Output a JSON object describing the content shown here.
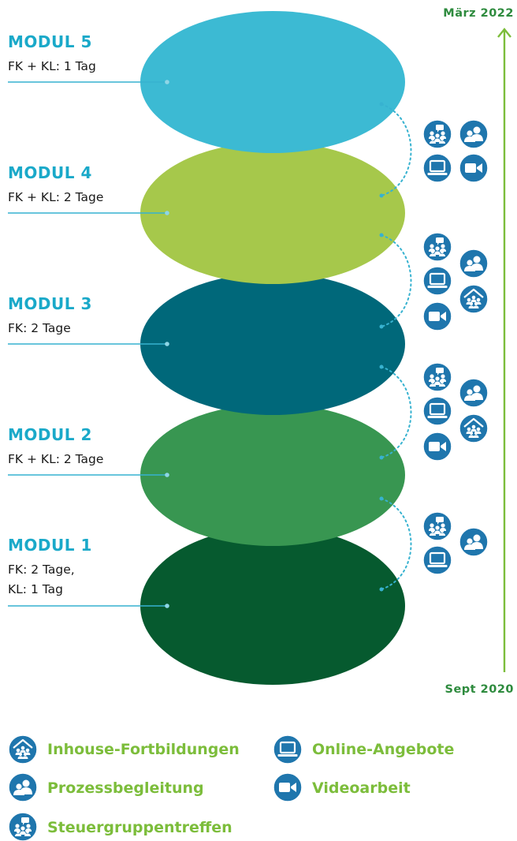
{
  "timeline": {
    "end_label": "März 2022",
    "start_label": "Sept 2020"
  },
  "modules": [
    {
      "title": "MODUL 5",
      "lines": [
        "FK + KL: 1 Tag"
      ],
      "color": "#3cbad3",
      "icons_col1": [
        "steuergruppe-icon",
        "online-icon"
      ],
      "icons_col2": [
        "prozess-icon",
        "video-icon"
      ]
    },
    {
      "title": "MODUL 4",
      "lines": [
        "FK + KL: 2 Tage"
      ],
      "color": "#a6c84b",
      "icons_col1": [
        "steuergruppe-icon",
        "online-icon",
        "video-icon"
      ],
      "icons_col2": [
        "prozess-icon",
        "inhouse-icon"
      ]
    },
    {
      "title": "MODUL 3",
      "lines": [
        "FK: 2 Tage"
      ],
      "color": "#00687a",
      "icons_col1": [
        "steuergruppe-icon",
        "online-icon",
        "video-icon"
      ],
      "icons_col2": [
        "prozess-icon",
        "inhouse-icon"
      ]
    },
    {
      "title": "MODUL 2",
      "lines": [
        "FK + KL: 2 Tage"
      ],
      "color": "#389651",
      "icons_col1": [
        "steuergruppe-icon",
        "online-icon"
      ],
      "icons_col2": [
        "prozess-icon"
      ]
    },
    {
      "title": "MODUL 1",
      "lines": [
        "FK: 2 Tage,",
        "KL: 1 Tag"
      ],
      "color": "#065a2f",
      "icons_col1": [],
      "icons_col2": []
    }
  ],
  "legend": [
    {
      "icon": "inhouse-icon",
      "label": "Inhouse-Fortbildungen"
    },
    {
      "icon": "online-icon",
      "label": "Online-Angebote"
    },
    {
      "icon": "prozess-icon",
      "label": "Prozessbegleitung"
    },
    {
      "icon": "video-icon",
      "label": "Videoarbeit"
    },
    {
      "icon": "steuergruppe-icon",
      "label": "Steuergruppentreffen"
    }
  ],
  "colors": {
    "accent_blue": "#1aa9c9",
    "timeline_green": "#2e8b3e",
    "legend_green": "#7cbd3b",
    "icon_blue": "#1f76ad"
  }
}
